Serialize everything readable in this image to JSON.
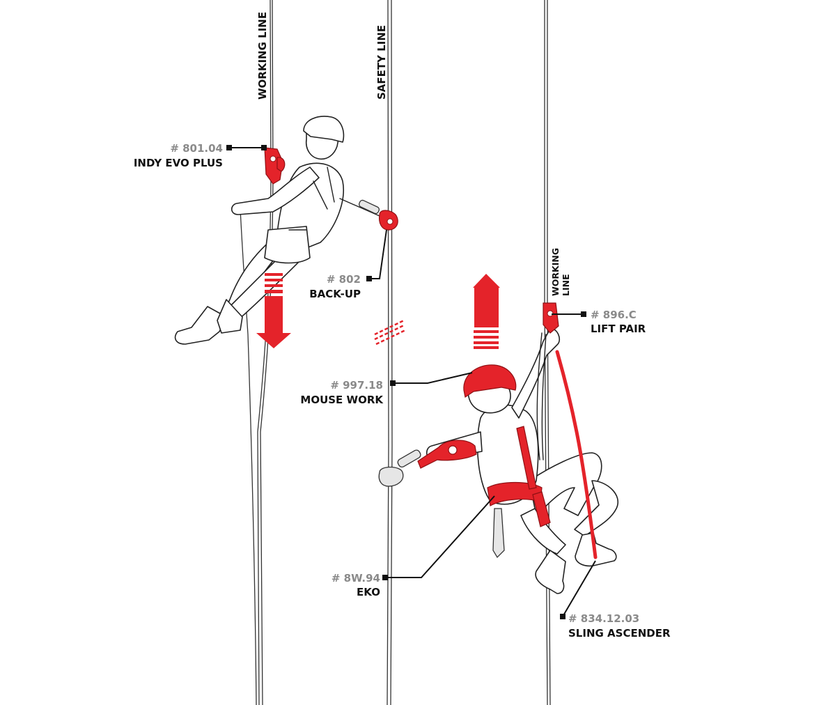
{
  "ropes": {
    "working_line_1": "WORKING LINE",
    "safety_line": "SAFETY LINE",
    "working_line_2_top": "WORKING",
    "working_line_2_bottom": "LINE"
  },
  "callouts": [
    {
      "code": "# 801.04",
      "name": "INDY EVO PLUS"
    },
    {
      "code": "# 802",
      "name": "BACK-UP"
    },
    {
      "code": "# 896.C",
      "name": "LIFT PAIR"
    },
    {
      "code": "# 997.18",
      "name": "MOUSE WORK"
    },
    {
      "code": "# 8W.94",
      "name": "EKO"
    },
    {
      "code": "# 834.12.03",
      "name": "SLING ASCENDER"
    }
  ],
  "colors": {
    "accent": "#e4232a",
    "ink": "#111111",
    "code_gray": "#8a8a8a"
  },
  "arrows": [
    {
      "name": "descent-arrow",
      "direction": "down"
    },
    {
      "name": "ascent-arrow",
      "direction": "up"
    }
  ]
}
